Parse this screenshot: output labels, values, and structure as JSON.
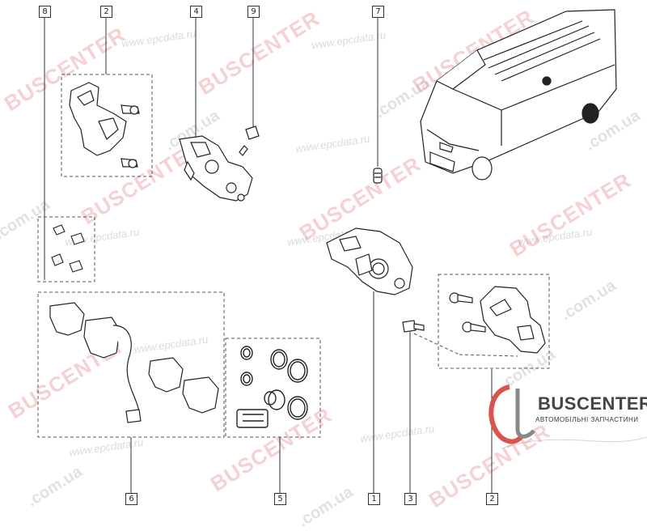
{
  "watermarks": {
    "url": "www.epcdata.ru",
    "brand": "BUSCENTER",
    "site": ".com.ua"
  },
  "logo": {
    "title": "BUSCENTER",
    "subtitle": "АВТОМОБІЛЬНІ ЗАПЧАСТИНИ"
  },
  "callouts": {
    "c8": "8",
    "c2_top": "2",
    "c4": "4",
    "c9": "9",
    "c7": "7",
    "c6": "6",
    "c5": "5",
    "c1": "1",
    "c3": "3",
    "c2_bottom": "2"
  },
  "colors": {
    "line": "#333333",
    "brand_red": "#d9534f",
    "dash": "#555555"
  }
}
